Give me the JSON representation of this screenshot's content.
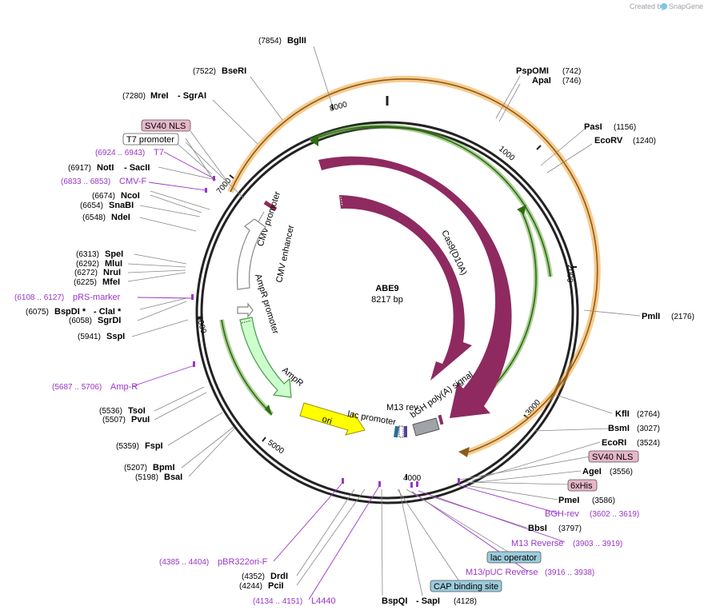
{
  "plasmid": {
    "name": "ABE9",
    "length": "8217 bp"
  },
  "credit": {
    "prefix": "Created by",
    "brand": "SnapGene"
  },
  "ticks": [
    "1000",
    "2000",
    "3000",
    "4000",
    "5000",
    "6000",
    "7000",
    "8000"
  ],
  "enzymes": {
    "bglii": {
      "pos": "(7854)",
      "name": "BglII"
    },
    "bseri": {
      "pos": "(7522)",
      "name": "BseRI"
    },
    "mrei": {
      "pos": "(7280)",
      "name": "MreI",
      "name2": "- SgrAI"
    },
    "psp": {
      "name": "PspOMI",
      "pos": "(742)"
    },
    "apai": {
      "name": "ApaI",
      "pos": "(746)"
    },
    "pasi": {
      "name": "PasI",
      "pos": "(1156)"
    },
    "ecorv": {
      "name": "EcoRV",
      "pos": "(1240)"
    },
    "noti": {
      "pos": "(6917)",
      "name": "NotI",
      "name2": "- SacII"
    },
    "ncoi": {
      "pos": "(6674)",
      "name": "NcoI"
    },
    "snabi": {
      "pos": "(6654)",
      "name": "SnaBI"
    },
    "ndei": {
      "pos": "(6548)",
      "name": "NdeI"
    },
    "spei": {
      "pos": "(6313)",
      "name": "SpeI"
    },
    "mlui": {
      "pos": "(6292)",
      "name": "MluI"
    },
    "nrui": {
      "pos": "(6272)",
      "name": "NruI"
    },
    "mfei": {
      "pos": "(6225)",
      "name": "MfeI"
    },
    "bspdi": {
      "pos": "(6075)",
      "name": "BspDI *",
      "name2": "- ClaI *"
    },
    "sgrdi": {
      "pos": "(6058)",
      "name": "SgrDI"
    },
    "sspi": {
      "pos": "(5941)",
      "name": "SspI"
    },
    "pmli": {
      "name": "PmlI",
      "pos": "(2176)"
    },
    "tsoi": {
      "pos": "(5536)",
      "name": "TsoI"
    },
    "pvui": {
      "pos": "(5507)",
      "name": "PvuI"
    },
    "fspi": {
      "pos": "(5359)",
      "name": "FspI"
    },
    "bpmi": {
      "pos": "(5207)",
      "name": "BpmI"
    },
    "bsai": {
      "pos": "(5198)",
      "name": "BsaI"
    },
    "kfli": {
      "name": "KflI",
      "pos": "(2764)"
    },
    "bsmi": {
      "name": "BsmI",
      "pos": "(3027)"
    },
    "ecori": {
      "name": "EcoRI",
      "pos": "(3524)"
    },
    "agei": {
      "name": "AgeI",
      "pos": "(3556)"
    },
    "pmei": {
      "name": "PmeI",
      "pos": "(3586)"
    },
    "bbsi": {
      "name": "BbsI",
      "pos": "(3797)"
    },
    "drdi": {
      "pos": "(4352)",
      "name": "DrdI"
    },
    "pcii": {
      "pos": "(4244)",
      "name": "PciI"
    },
    "bspqi": {
      "name": "BspQI",
      "name2": "- SapI",
      "pos": "(4128)"
    }
  },
  "primers": {
    "t7": {
      "pos": "(6924 .. 6943)",
      "name": "T7"
    },
    "cmvf": {
      "pos": "(6833 .. 6853)",
      "name": "CMV-F"
    },
    "prs": {
      "pos": "(6108 .. 6127)",
      "name": "pRS-marker"
    },
    "ampr": {
      "pos": "(5687 .. 5706)",
      "name": "Amp-R"
    },
    "bghrev": {
      "name": "BGH-rev",
      "pos": "(3602 .. 3619)"
    },
    "m13rev": {
      "name": "M13 Reverse",
      "pos": "(3903 .. 3919)"
    },
    "m13puc": {
      "name": "M13/pUC Reverse",
      "pos": "(3916 .. 3938)"
    },
    "pbr": {
      "pos": "(4385 .. 4404)",
      "name": "pBR322ori-F"
    },
    "l4440": {
      "pos": "(4134 .. 4151)",
      "name": "L4440"
    }
  },
  "boxes": {
    "sv40nls_top": "SV40 NLS",
    "t7prom": "T7 promoter",
    "sv40nls_right": "SV40 NLS",
    "his": "6xHis",
    "lacop": "lac operator",
    "cap": "CAP binding site"
  },
  "features": {
    "cas9": "Cas9",
    "cas9d10a": "Cas9(D10A)",
    "cmvprom": "CMV promoter",
    "cmvenh": "CMV enhancer",
    "ampprom": "AmpR promoter",
    "ampr": "AmpR",
    "ori": "ori",
    "lacprom": "lac promoter",
    "m13rev": "M13 rev",
    "bgh": "bGH poly(A) signal"
  },
  "colors": {
    "cas9": "#8e2a60",
    "green": "#5aa02c",
    "orange": "#f0a030",
    "ori": "#ffff00",
    "ampr": "#ccffcc",
    "primer": "#9b35c8",
    "box_pink": "#e7b6c9",
    "box_blue": "#9bcbdc"
  }
}
